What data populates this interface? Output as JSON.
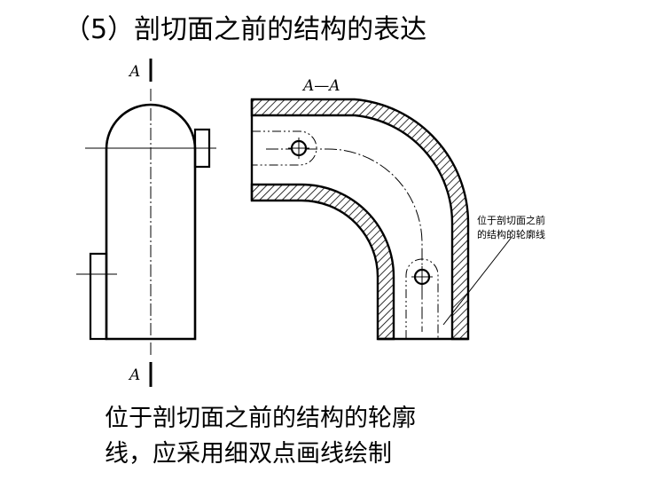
{
  "title": "（5）剖切面之前的结构的表达",
  "section_label_top": "A",
  "section_label_bottom": "A",
  "section_view_label": "A—A",
  "annotation": {
    "line1": "位于剖切面之前",
    "line2": "的结构的轮廓线"
  },
  "caption": {
    "line1": "位于剖切面之前的结构的轮廓",
    "line2": "线，应采用细双点画线绘制"
  }
}
